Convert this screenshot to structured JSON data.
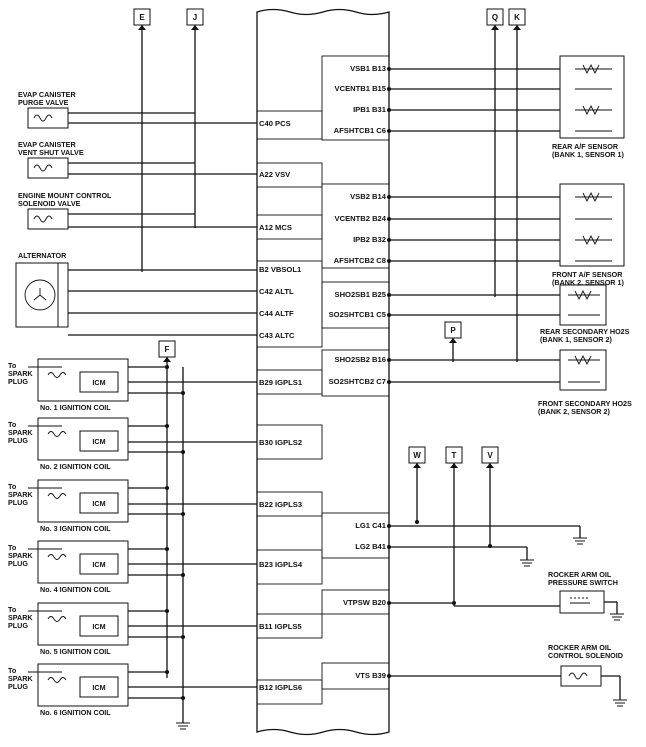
{
  "connector_tags": {
    "E": "E",
    "J": "J",
    "Q": "Q",
    "K": "K",
    "F": "F",
    "P": "P",
    "W": "W",
    "T": "T",
    "V": "V"
  },
  "left_components": {
    "evap_purge": [
      "EVAP CANISTER",
      "PURGE VALVE"
    ],
    "evap_vent": [
      "EVAP CANISTER",
      "VENT SHUT VALVE"
    ],
    "engine_mount": [
      "ENGINE MOUNT CONTROL",
      "SOLENOID VALVE"
    ],
    "alternator": "ALTERNATOR"
  },
  "left_pins": [
    "C40 PCS",
    "A22 VSV",
    "A12 MCS",
    "B2 VBSOL1",
    "C42 ALTL",
    "C44 ALTF",
    "C43 ALTC",
    "B29 IGPLS1",
    "B30 IGPLS2",
    "B22 IGPLS3",
    "B23 IGPLS4",
    "B11 IGPLS5",
    "B12 IGPLS6"
  ],
  "right_pins": [
    "VSB1 B13",
    "VCENTB1 B15",
    "IPB1 B31",
    "AFSHTCB1 C6",
    "VSB2 B14",
    "VCENTB2 B24",
    "IPB2 B32",
    "AFSHTCB2 C8",
    "SHO2SB1 B25",
    "SO2SHTCB1 C5",
    "SHO2SB2 B16",
    "SO2SHTCB2 C7",
    "LG1 C41",
    "LG2 B41",
    "VTPSW B20",
    "VTS B39"
  ],
  "sensors": {
    "rear_af": [
      "REAR A/F SENSOR",
      "(BANK 1, SENSOR 1)"
    ],
    "front_af": [
      "FRONT A/F SENSOR",
      "(BANK 2, SENSOR 1)"
    ],
    "rear_ho2s": [
      "REAR SECONDARY HO2S",
      "(BANK 1, SENSOR 2)"
    ],
    "front_ho2s": [
      "FRONT SECONDARY HO2S",
      "(BANK 2, SENSOR 2)"
    ],
    "rocker_switch": [
      "ROCKER ARM OIL",
      "PRESSURE SWITCH"
    ],
    "rocker_solenoid": [
      "ROCKER ARM OIL",
      "CONTROL SOLENOID"
    ]
  },
  "ignition": {
    "to_label": "To",
    "spark_label": "SPARK",
    "plug_label": "PLUG",
    "icm_label": "ICM",
    "coils": [
      "No. 1 IGNITION COIL",
      "No. 2 IGNITION COIL",
      "No. 3 IGNITION COIL",
      "No. 4 IGNITION COIL",
      "No. 5 IGNITION COIL",
      "No. 6 IGNITION COIL"
    ]
  }
}
